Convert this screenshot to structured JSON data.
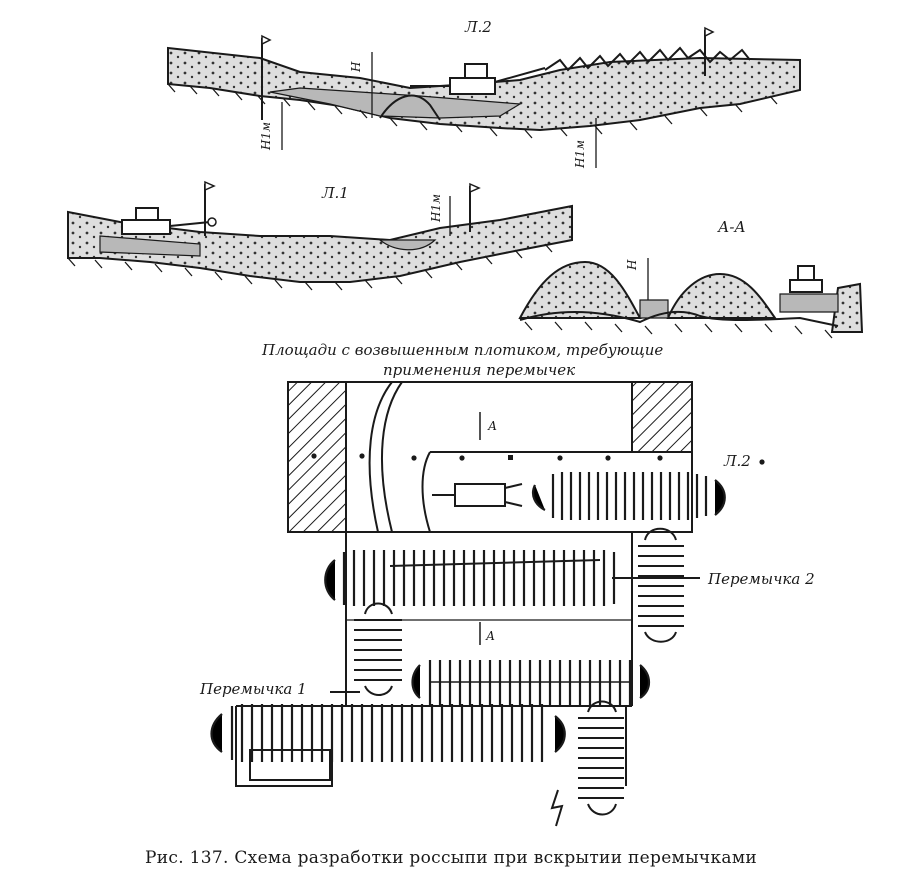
{
  "labels": {
    "l2_top": "Л.2",
    "l1": "Л.1",
    "section_aa": "А-А",
    "h": "Н",
    "h1m": "Н1м",
    "areas_line1": "Площади с возвышенным плотиком, требующие",
    "areas_line2": "применения перемычек",
    "a_top": "А",
    "a_bottom": "А",
    "l2_plan": "Л.2",
    "dam2": "Перемычка 2",
    "dam1": "Перемычка 1"
  },
  "caption": "Рис. 137. Схема разработки россыпи при вскрытии перемычками"
}
